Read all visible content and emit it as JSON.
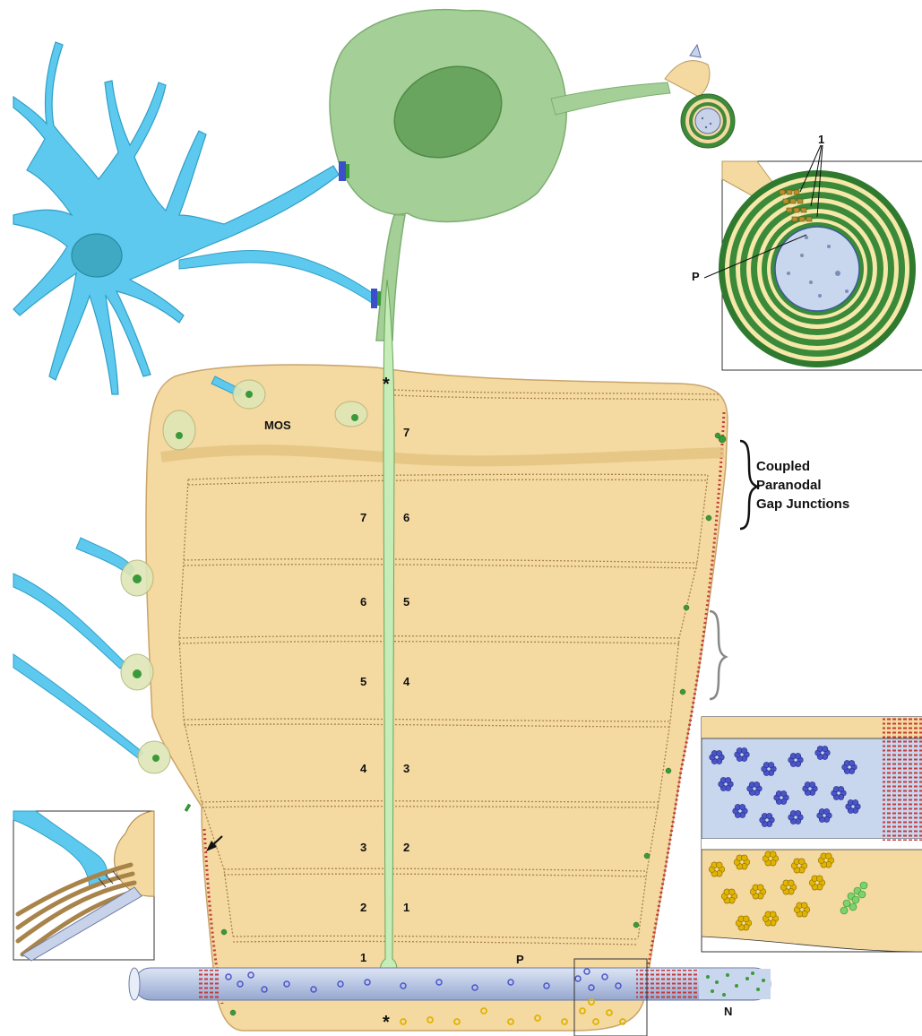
{
  "labels": {
    "mos": "MOS",
    "asterisk": "*",
    "p": "P",
    "n": "N",
    "inset_one": "1",
    "coupled_1": "Coupled",
    "coupled_2": "Paranodal",
    "coupled_3": "Gap Junctions"
  },
  "layer_numbers": {
    "left": [
      "7",
      "6",
      "5",
      "4",
      "3",
      "2",
      "1"
    ],
    "right": [
      "7",
      "6",
      "5",
      "4",
      "3",
      "2",
      "1"
    ]
  },
  "colors": {
    "astrocyte": "#5ec9ee",
    "oligodendrocyte": "#a4cf96",
    "myelin": "#f4d9a0",
    "axon": "#c8d3ea",
    "connexin_green": "#3a9a3a",
    "connexin_blue": "#4a56c8",
    "connexin_yellow": "#e0b400",
    "node_red": "#c43a3a"
  }
}
